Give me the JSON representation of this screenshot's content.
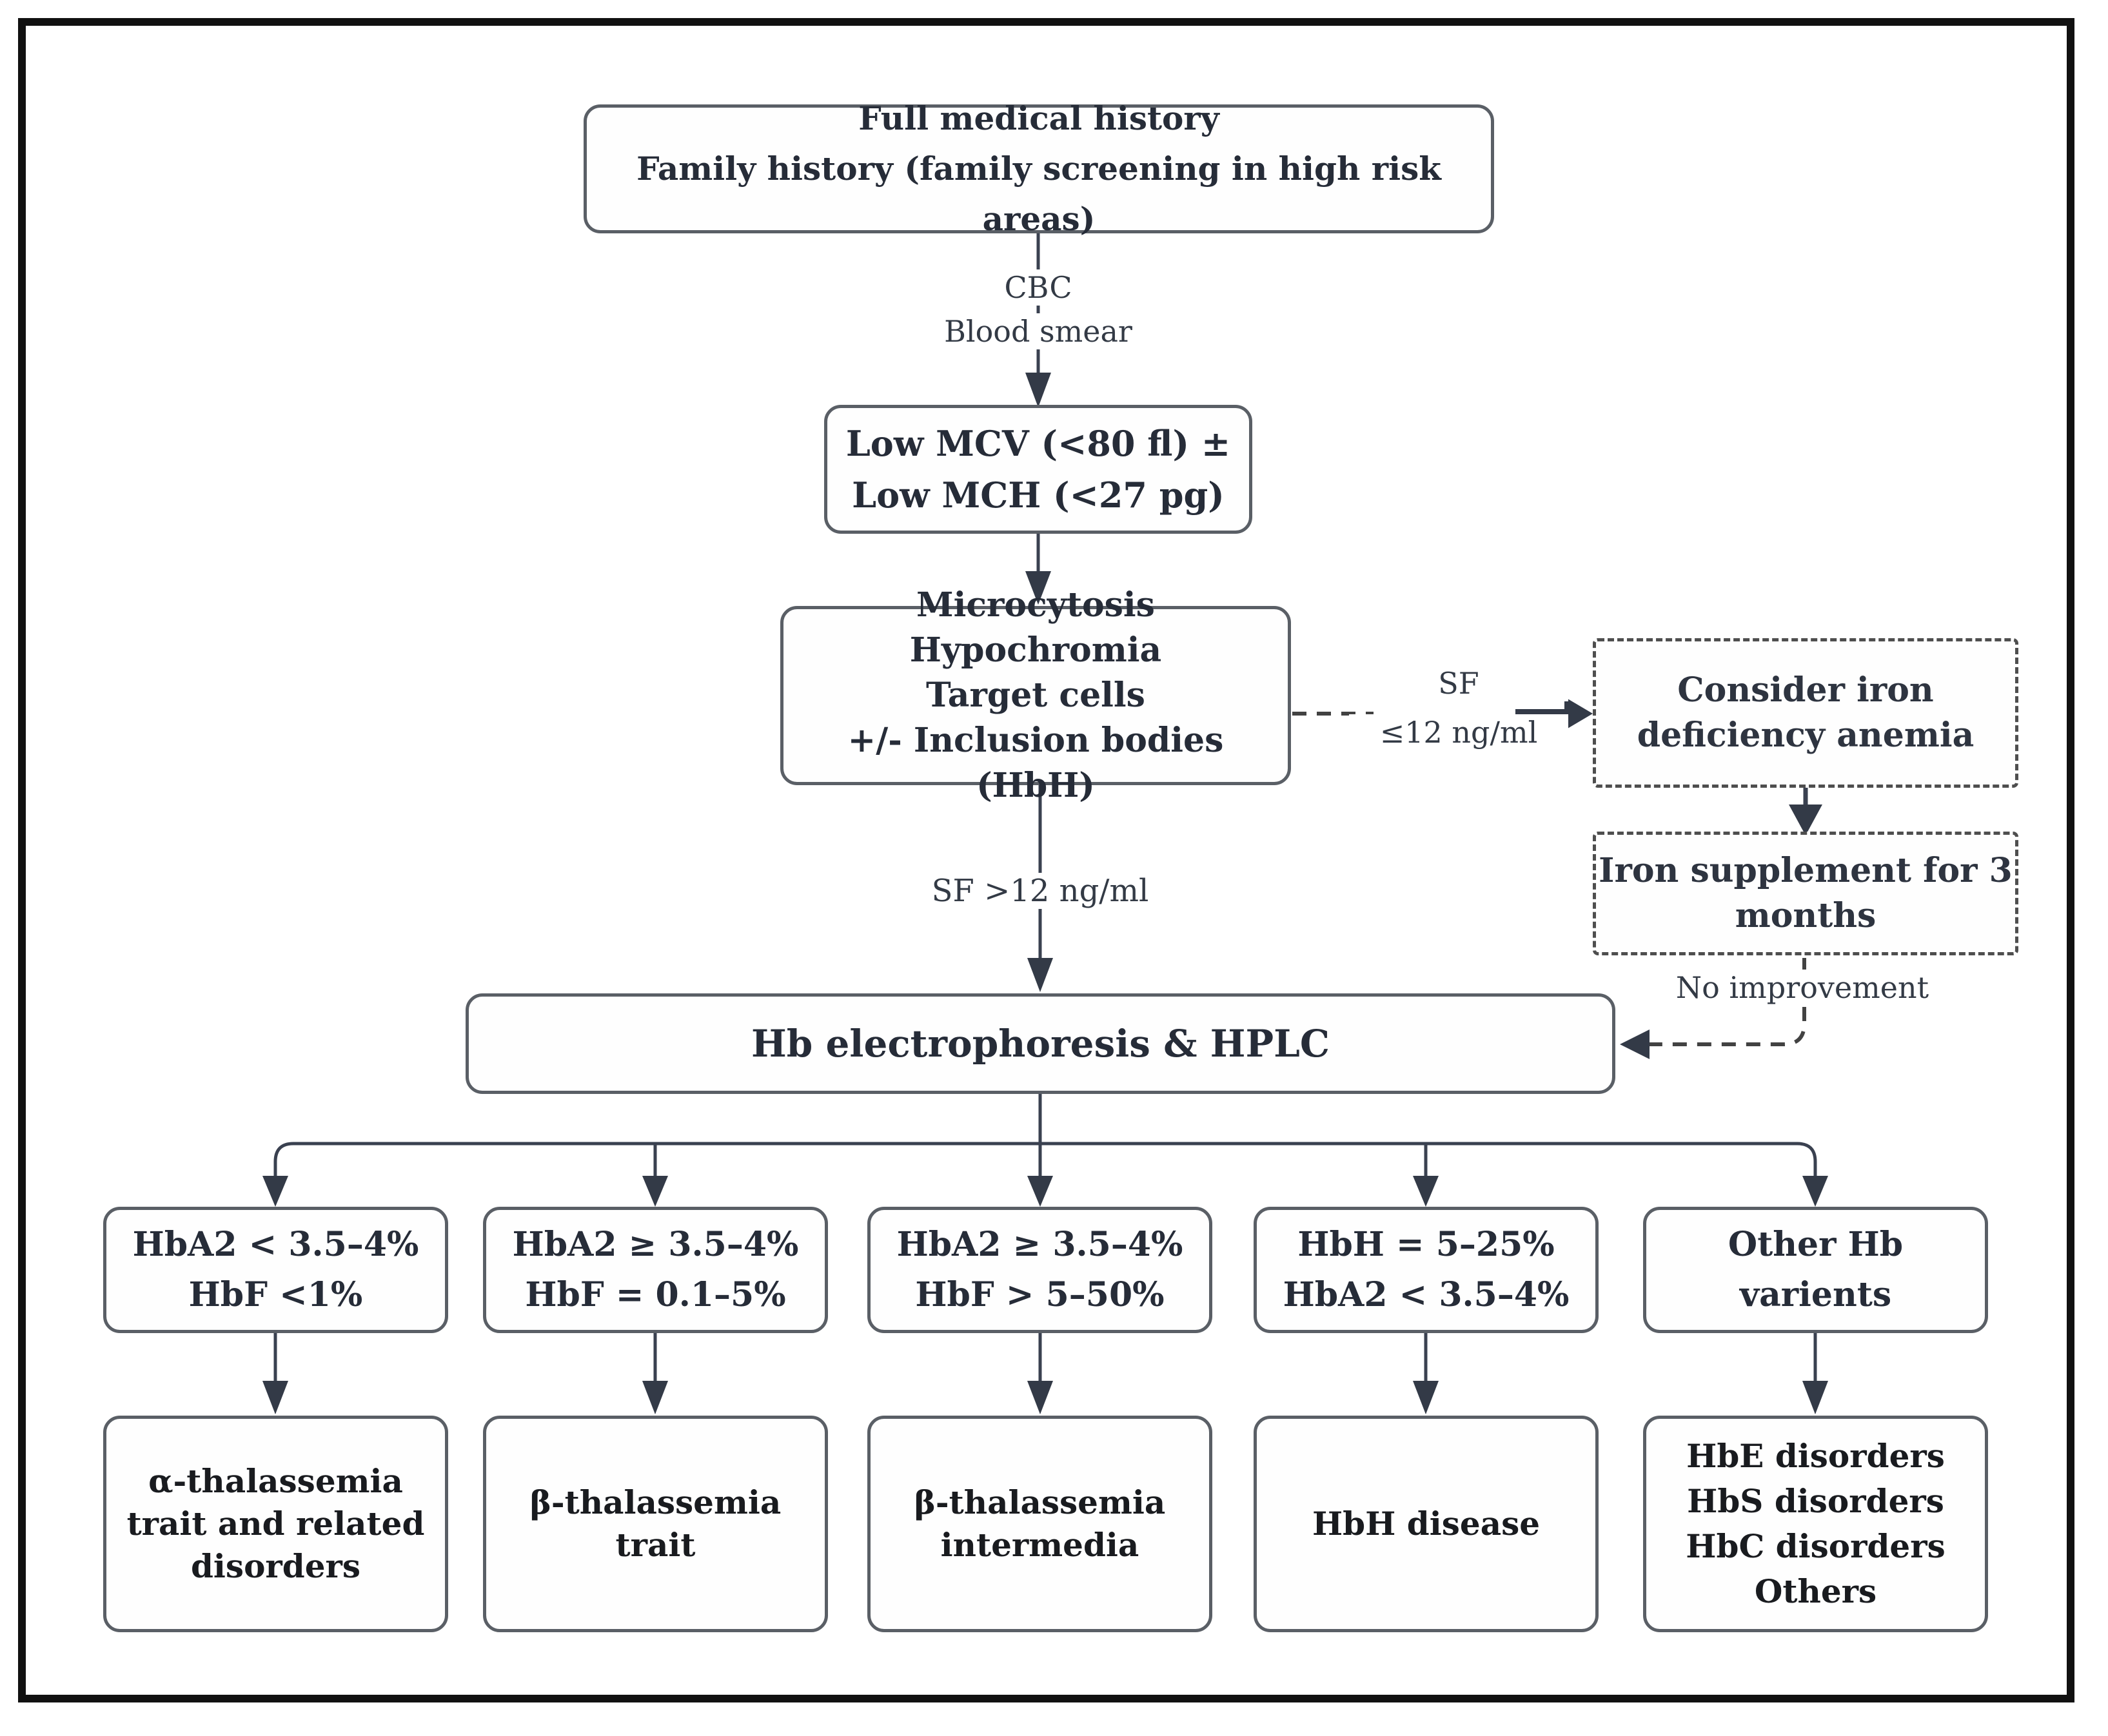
{
  "nodes": {
    "full_history": {
      "line1": "Full medical history",
      "line2": "Family history (family screening in high risk areas)"
    },
    "low_mcv": {
      "line1": "Low MCV (<80 fl) ±",
      "line2": "Low MCH (<27 pg)"
    },
    "microcytosis": {
      "line1": "Microcytosis",
      "line2": "Hypochromia",
      "line3": "Target cells",
      "line4": "+/- Inclusion bodies (HbH)"
    },
    "consider_iron": {
      "line1": "Consider iron",
      "line2": "deficiency anemia"
    },
    "iron_supplement": {
      "line1": "Iron supplement for 3",
      "line2": "months"
    },
    "hplc": {
      "line1": "Hb electrophoresis & HPLC"
    },
    "cond_alpha": {
      "line1": "HbA2 < 3.5–4%",
      "line2": "HbF <1%"
    },
    "cond_beta_trait": {
      "line1": "HbA2 ≥ 3.5–4%",
      "line2": "HbF = 0.1–5%"
    },
    "cond_beta_intermedia": {
      "line1": "HbA2 ≥ 3.5–4%",
      "line2": "HbF > 5–50%"
    },
    "cond_hbh": {
      "line1": "HbH = 5–25%",
      "line2": "HbA2 < 3.5–4%"
    },
    "cond_other": {
      "line1": "Other Hb",
      "line2": "varients"
    },
    "res_alpha": {
      "line1": "α-thalassemia",
      "line2": "trait and related",
      "line3": "disorders"
    },
    "res_beta_trait": {
      "line1": "β-thalassemia",
      "line2": "trait"
    },
    "res_beta_intermedia": {
      "line1": "β-thalassemia",
      "line2": "intermedia"
    },
    "res_hbh": {
      "line1": "HbH disease"
    },
    "res_other": {
      "line1": "HbE disorders",
      "line2": "HbS disorders",
      "line3": "HbC disorders",
      "line4": "Others"
    }
  },
  "edge_labels": {
    "cbc": "CBC",
    "blood_smear": "Blood smear",
    "sf_low_line1": "SF",
    "sf_low_line2": "≤12 ng/ml",
    "sf_high": "SF >12 ng/ml",
    "no_improvement": "No improvement"
  },
  "colors": {
    "line": "#3a4150",
    "arrow": "#333a47",
    "box_border": "#5a5f66",
    "dashed_border": "#4e4e4e",
    "text": "#262c38",
    "frame": "#111111"
  }
}
